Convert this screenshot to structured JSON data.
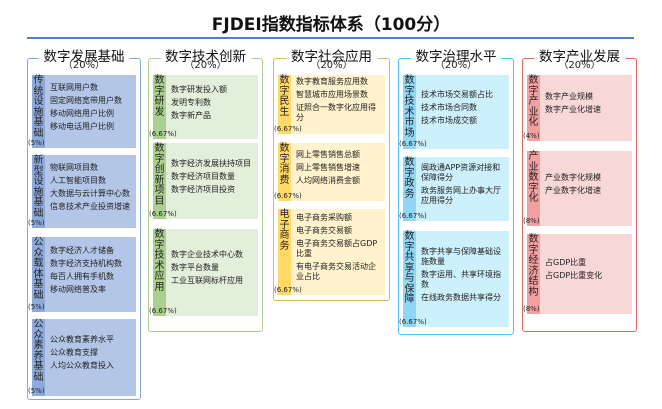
{
  "title": "FJDEI指数指标体系（100分）",
  "columns": [
    {
      "name": "数字发展基础",
      "weight": "（20%）",
      "border": "#8aa6d6",
      "bg": "#b4c6e7",
      "strip": "#8eaadb",
      "groups": [
        {
          "label": "传统设施基础",
          "weight": "(5%)",
          "items": [
            "互联网用户数",
            "固定网络宽带用户数",
            "移动网络用户比例",
            "移动电话用户比例"
          ]
        },
        {
          "label": "新型设施基础",
          "weight": "(5%)",
          "items": [
            "物联网项目数",
            "人工智能项目数",
            "大数据与云计算中心数",
            "信息技术产业投资增速"
          ]
        },
        {
          "label": "公众载体基础",
          "weight": "(5%)",
          "items": [
            "数字经济人才储备",
            "数字经济支持机构数",
            "每百人拥有手机数",
            "移动网络普及率"
          ]
        },
        {
          "label": "公众素养基础",
          "weight": "(5%)",
          "items": [
            "公众教育素养水平",
            "公众教育支撑",
            "人均公众教育投入"
          ]
        }
      ]
    },
    {
      "name": "数字技术创新",
      "weight": "（20%）",
      "border": "#a9d08e",
      "bg": "#e2efda",
      "strip": "#a9d08e",
      "groups": [
        {
          "label": "数字研发",
          "weight": "(6.67%)",
          "items": [
            "数字研发投入额",
            "发明专利数",
            "数字新产品"
          ]
        },
        {
          "label": "数字创新项目",
          "weight": "(6.67%)",
          "items": [
            "数字经济发展扶持项目",
            "数字经济项目数量",
            "数字经济项目投资"
          ]
        },
        {
          "label": "数字技术应用",
          "weight": "(6.67%)",
          "items": [
            "数字企业技术中心数",
            "数字平台数量",
            "工业互联网标杆应用"
          ]
        }
      ]
    },
    {
      "name": "数字社会应用",
      "weight": "（20%）",
      "border": "#d9b860",
      "bg": "#fff2cc",
      "strip": "#ffd966",
      "groups": [
        {
          "label": "数字民生",
          "weight": "(6.67%)",
          "items": [
            "数字教育服务应用数",
            "智慧城市应用场景数",
            "证照合一数字化应用得分"
          ]
        },
        {
          "label": "数字消费",
          "weight": "(6.67%)",
          "items": [
            "网上零售销售总额",
            "网上零售销售增速",
            "人均网络消费金额"
          ]
        },
        {
          "label": "电子商务",
          "weight": "(6.67%)",
          "items": [
            "电子商务采购额",
            "电子商务交易额",
            "电子商务交易额占GDP比重",
            "有电子商务交易活动企业占比"
          ]
        }
      ]
    },
    {
      "name": "数字治理水平",
      "weight": "（20%）",
      "border": "#4fc3f7",
      "bg": "#ccf0fc",
      "strip": "#8fd7f5",
      "groups": [
        {
          "label": "数字技术市场",
          "weight": "(6.67%)",
          "items": [
            "技术市场交易额占比",
            "技术市场合同数",
            "技术市场成交额"
          ]
        },
        {
          "label": "数字政务",
          "weight": "(6.67%)",
          "items": [
            "闽政通APP资源对接和保障得分",
            "政务服务网上办事大厅应用得分"
          ]
        },
        {
          "label": "数字共享与保障",
          "weight": "(6.67%)",
          "items": [
            "数字共享与保障基础设施数量",
            "数字运用、共享环境指数",
            "在线政务数据共享得分"
          ]
        }
      ]
    },
    {
      "name": "数字产业发展",
      "weight": "（20%）",
      "border": "#e06666",
      "bg": "#f8d7d7",
      "strip": "#f4a0a0",
      "groups": [
        {
          "label": "数字产业化",
          "weight": "(4%)",
          "items": [
            "数字产业规模",
            "数字产业化增速"
          ]
        },
        {
          "label": "产业数字化",
          "weight": "(8%)",
          "items": [
            "产业数字化规模",
            "产业数字化增速"
          ]
        },
        {
          "label": "数字经济结构",
          "weight": "(8%)",
          "items": [
            "占GDP比重",
            "占GDP比重变化"
          ]
        }
      ]
    }
  ]
}
